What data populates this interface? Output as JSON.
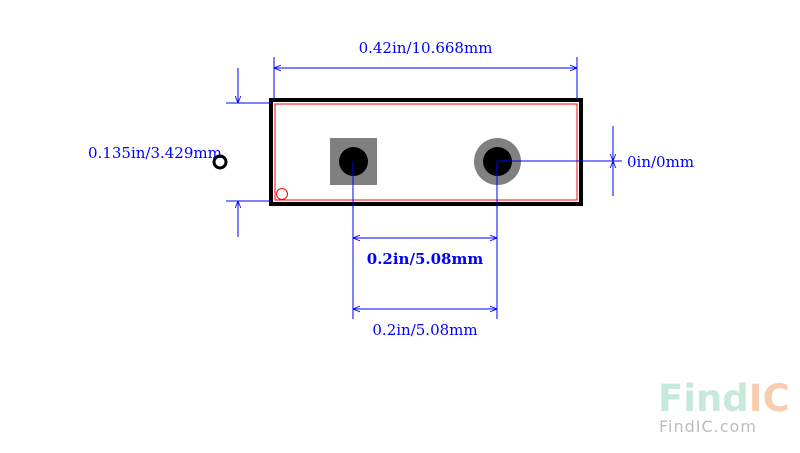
{
  "dimensions": {
    "width_label": "0.42in/10.668mm",
    "height_label": "0.135in/3.429mm",
    "offset_label": "0in/0mm",
    "pitch_label_1": "0.2in/5.08mm",
    "pitch_label_2": "0.2in/5.08mm"
  },
  "watermark": {
    "logo_part1": "Find",
    "logo_part2": "IC",
    "site": "FindIC.com"
  },
  "colors": {
    "dimension": "#0000ff",
    "outline": "#000000",
    "courtyard": "#ff0000",
    "pad": "#808080",
    "drill": "#000000",
    "watermark_green": "#c7e9d9",
    "watermark_orange": "#f8ccae",
    "watermark_gray": "#bdbdbd"
  }
}
